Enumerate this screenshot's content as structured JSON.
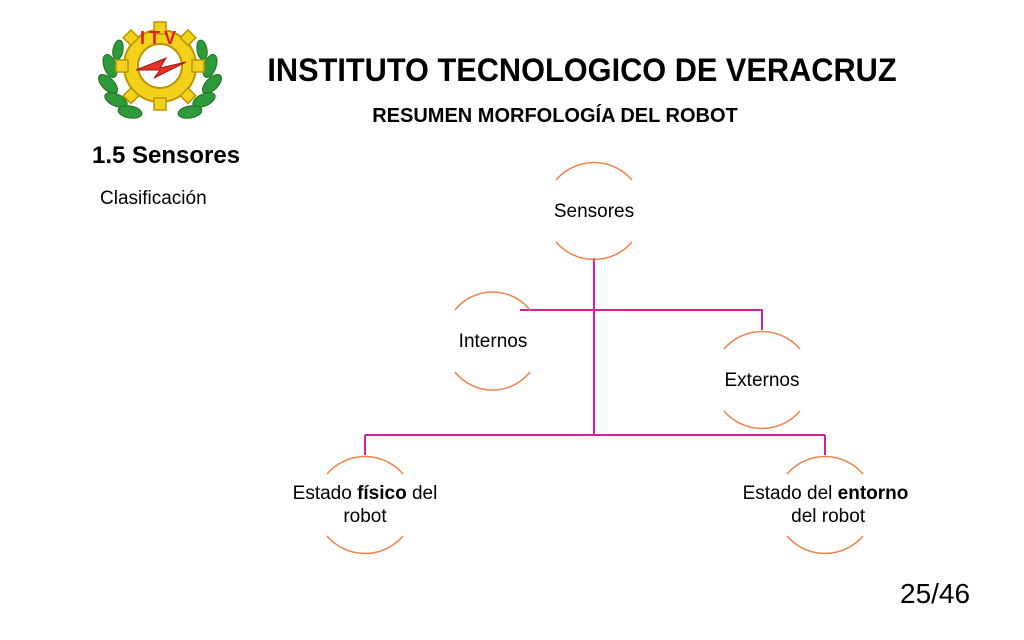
{
  "header": {
    "logo_text": "ITV",
    "institute": "INSTITUTO TECNOLOGICO DE VERACRUZ",
    "subtitle": "RESUMEN MORFOLOGÍA DEL ROBOT"
  },
  "section": {
    "heading": "1.5 Sensores",
    "subheading": "Clasificación"
  },
  "diagram": {
    "nodes": {
      "root": "Sensores",
      "internos": "Internos",
      "externos": "Externos",
      "fisico_pre": "Estado ",
      "fisico_bold": "físico",
      "fisico_post": " del robot",
      "entorno_pre": "Estado del ",
      "entorno_bold": "entorno",
      "entorno_post": " del robot"
    },
    "colors": {
      "connector": "#D6219C",
      "arc": "#F0824A"
    }
  },
  "footer": {
    "page": "25/46"
  }
}
